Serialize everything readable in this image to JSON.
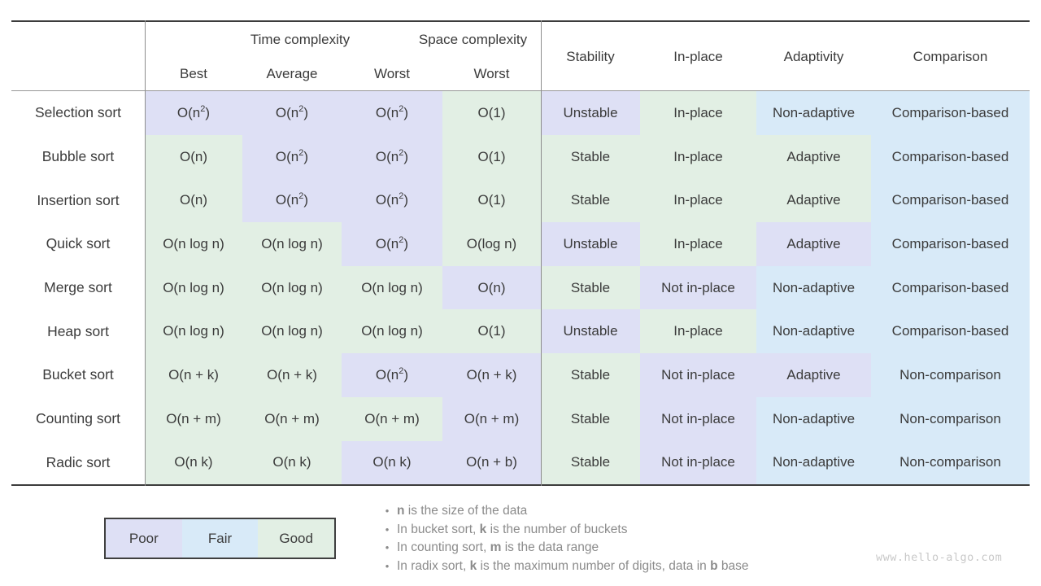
{
  "colors": {
    "poor": "#dee0f5",
    "fair": "#d8eaf8",
    "good": "#e2efe4",
    "line_dark": "#3c3c3c",
    "line_gray": "#979797",
    "text": "#3b3b3b",
    "note_gray": "#8b8b8b",
    "watermark_gray": "#c9c9c9"
  },
  "chart_data": {
    "type": "table",
    "legend_position": "bottom-left",
    "headers": {
      "group_time": "Time complexity",
      "group_space": "Space complexity",
      "best": "Best",
      "average": "Average",
      "worst_time": "Worst",
      "worst_space": "Worst",
      "stability": "Stability",
      "in_place": "In-place",
      "adaptivity": "Adaptivity",
      "comparison": "Comparison"
    },
    "rating_scale": [
      "poor",
      "fair",
      "good"
    ],
    "rows": [
      {
        "label": "Selection sort",
        "cells": [
          {
            "v": "O(n²)",
            "r": "poor"
          },
          {
            "v": "O(n²)",
            "r": "poor"
          },
          {
            "v": "O(n²)",
            "r": "poor"
          },
          {
            "v": "O(1)",
            "r": "good"
          },
          {
            "v": "Unstable",
            "r": "poor"
          },
          {
            "v": "In-place",
            "r": "good"
          },
          {
            "v": "Non-adaptive",
            "r": "fair"
          },
          {
            "v": "Comparison-based",
            "r": "fair"
          }
        ]
      },
      {
        "label": "Bubble sort",
        "cells": [
          {
            "v": "O(n)",
            "r": "good"
          },
          {
            "v": "O(n²)",
            "r": "poor"
          },
          {
            "v": "O(n²)",
            "r": "poor"
          },
          {
            "v": "O(1)",
            "r": "good"
          },
          {
            "v": "Stable",
            "r": "good"
          },
          {
            "v": "In-place",
            "r": "good"
          },
          {
            "v": "Adaptive",
            "r": "good"
          },
          {
            "v": "Comparison-based",
            "r": "fair"
          }
        ]
      },
      {
        "label": "Insertion sort",
        "cells": [
          {
            "v": "O(n)",
            "r": "good"
          },
          {
            "v": "O(n²)",
            "r": "poor"
          },
          {
            "v": "O(n²)",
            "r": "poor"
          },
          {
            "v": "O(1)",
            "r": "good"
          },
          {
            "v": "Stable",
            "r": "good"
          },
          {
            "v": "In-place",
            "r": "good"
          },
          {
            "v": "Adaptive",
            "r": "good"
          },
          {
            "v": "Comparison-based",
            "r": "fair"
          }
        ]
      },
      {
        "label": "Quick sort",
        "cells": [
          {
            "v": "O(n log n)",
            "r": "good"
          },
          {
            "v": "O(n log n)",
            "r": "good"
          },
          {
            "v": "O(n²)",
            "r": "poor"
          },
          {
            "v": "O(log n)",
            "r": "good"
          },
          {
            "v": "Unstable",
            "r": "poor"
          },
          {
            "v": "In-place",
            "r": "good"
          },
          {
            "v": "Adaptive",
            "r": "poor"
          },
          {
            "v": "Comparison-based",
            "r": "fair"
          }
        ]
      },
      {
        "label": "Merge sort",
        "cells": [
          {
            "v": "O(n log n)",
            "r": "good"
          },
          {
            "v": "O(n log n)",
            "r": "good"
          },
          {
            "v": "O(n log n)",
            "r": "good"
          },
          {
            "v": "O(n)",
            "r": "poor"
          },
          {
            "v": "Stable",
            "r": "good"
          },
          {
            "v": "Not in-place",
            "r": "poor"
          },
          {
            "v": "Non-adaptive",
            "r": "fair"
          },
          {
            "v": "Comparison-based",
            "r": "fair"
          }
        ]
      },
      {
        "label": "Heap sort",
        "cells": [
          {
            "v": "O(n log n)",
            "r": "good"
          },
          {
            "v": "O(n log n)",
            "r": "good"
          },
          {
            "v": "O(n log n)",
            "r": "good"
          },
          {
            "v": "O(1)",
            "r": "good"
          },
          {
            "v": "Unstable",
            "r": "poor"
          },
          {
            "v": "In-place",
            "r": "good"
          },
          {
            "v": "Non-adaptive",
            "r": "fair"
          },
          {
            "v": "Comparison-based",
            "r": "fair"
          }
        ]
      },
      {
        "label": "Bucket sort",
        "cells": [
          {
            "v": "O(n + k)",
            "r": "good"
          },
          {
            "v": "O(n + k)",
            "r": "good"
          },
          {
            "v": "O(n²)",
            "r": "poor"
          },
          {
            "v": "O(n + k)",
            "r": "poor"
          },
          {
            "v": "Stable",
            "r": "good"
          },
          {
            "v": "Not in-place",
            "r": "poor"
          },
          {
            "v": "Adaptive",
            "r": "poor"
          },
          {
            "v": "Non-comparison",
            "r": "fair"
          }
        ]
      },
      {
        "label": "Counting sort",
        "cells": [
          {
            "v": "O(n + m)",
            "r": "good"
          },
          {
            "v": "O(n + m)",
            "r": "good"
          },
          {
            "v": "O(n + m)",
            "r": "good"
          },
          {
            "v": "O(n + m)",
            "r": "poor"
          },
          {
            "v": "Stable",
            "r": "good"
          },
          {
            "v": "Not in-place",
            "r": "poor"
          },
          {
            "v": "Non-adaptive",
            "r": "fair"
          },
          {
            "v": "Non-comparison",
            "r": "fair"
          }
        ]
      },
      {
        "label": "Radic sort",
        "cells": [
          {
            "v": "O(n k)",
            "r": "good"
          },
          {
            "v": "O(n k)",
            "r": "good"
          },
          {
            "v": "O(n k)",
            "r": "poor"
          },
          {
            "v": "O(n + b)",
            "r": "poor"
          },
          {
            "v": "Stable",
            "r": "good"
          },
          {
            "v": "Not in-place",
            "r": "poor"
          },
          {
            "v": "Non-adaptive",
            "r": "fair"
          },
          {
            "v": "Non-comparison",
            "r": "fair"
          }
        ]
      }
    ],
    "legend": [
      {
        "label": "Poor",
        "r": "poor"
      },
      {
        "label": "Fair",
        "r": "fair"
      },
      {
        "label": "Good",
        "r": "good"
      }
    ],
    "notes": [
      [
        {
          "t": "n",
          "b": true
        },
        {
          "t": " is the size of the data"
        }
      ],
      [
        {
          "t": "In bucket sort, "
        },
        {
          "t": "k",
          "b": true
        },
        {
          "t": " is the number of buckets"
        }
      ],
      [
        {
          "t": "In counting sort, "
        },
        {
          "t": "m",
          "b": true
        },
        {
          "t": " is the data range"
        }
      ],
      [
        {
          "t": "In radix sort, "
        },
        {
          "t": "k",
          "b": true
        },
        {
          "t": " is the maximum number of digits, data in "
        },
        {
          "t": "b",
          "b": true
        },
        {
          "t": " base"
        }
      ]
    ],
    "watermark": "www.hello-algo.com"
  }
}
